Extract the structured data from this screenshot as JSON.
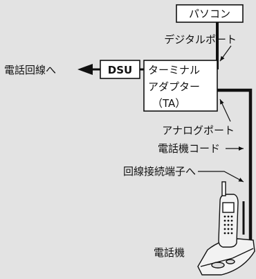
{
  "labels": {
    "pasokon": "パソコン",
    "digital_port": "デジタルポート",
    "denwa_kaisen": "電話回線へ",
    "dsu": "DSU",
    "ta_line1": "ターミナル",
    "ta_line2": "アダプター",
    "ta_line3": "（TA）",
    "analog_port": "アナログポート",
    "phone_cord": "電話機コード",
    "kaisen_terminal": "回線接続端子へ",
    "phone": "電話機"
  },
  "colors": {
    "background": "#e3e3e3",
    "line": "#111111",
    "box_fill": "#ffffff",
    "phone_body": "#f2f2f2"
  }
}
